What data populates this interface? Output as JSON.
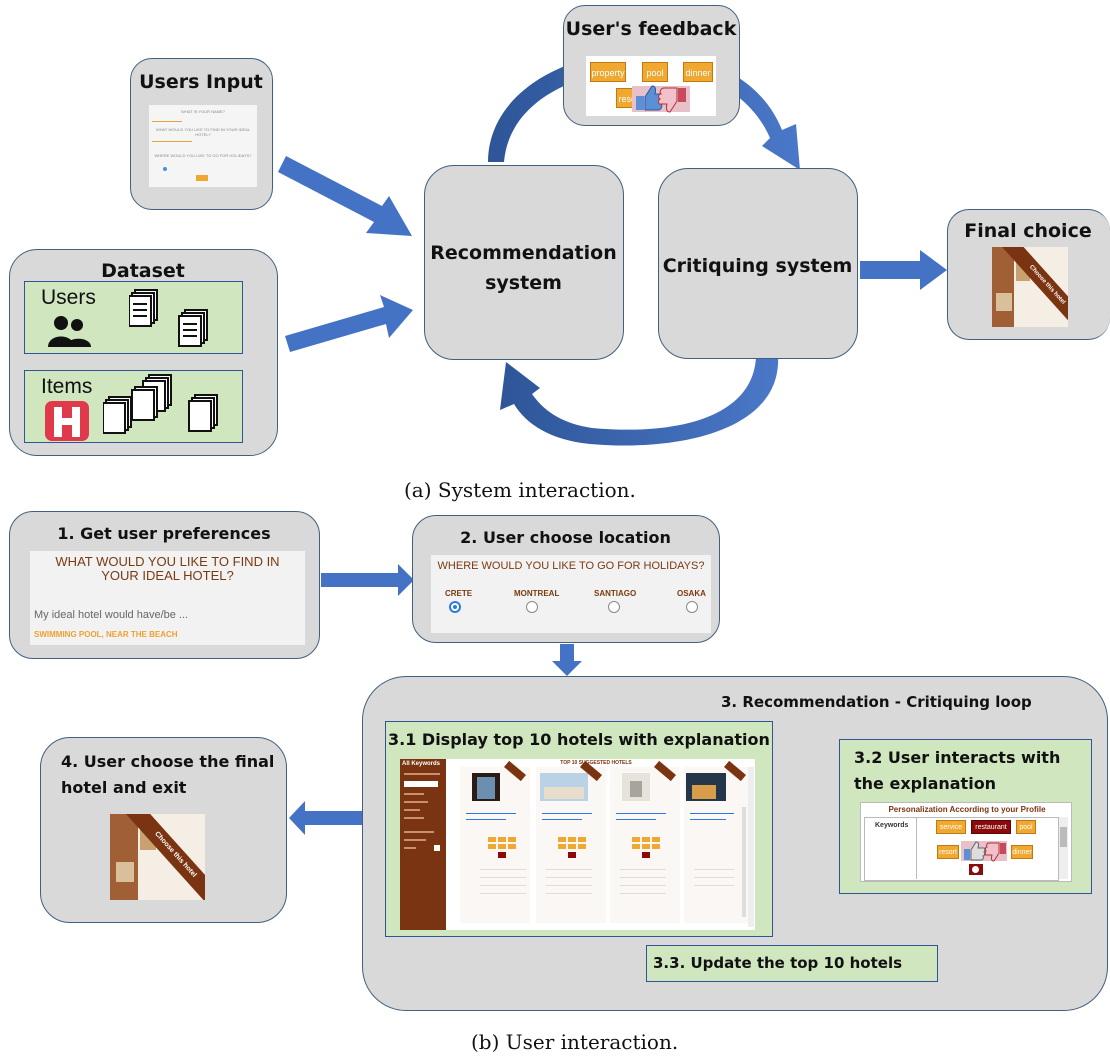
{
  "part_a": {
    "users_input": {
      "title": "Users Input",
      "q1": "WHAT IS YOUR NAME?",
      "q2": "WHAT WOULD YOU LIKE TO FIND IN YOUR IDEAL HOTEL?",
      "q3": "WHERE WOULD YOU LIKE TO GO FOR HOLIDAYS?"
    },
    "dataset": {
      "title": "Dataset",
      "users_label": "Users",
      "items_label": "Items"
    },
    "recommendation": {
      "line1": "Recommendation",
      "line2": "system"
    },
    "critiquing": {
      "label": "Critiquing system"
    },
    "feedback": {
      "title": "User's feedback",
      "chips": [
        "property",
        "pool",
        "dinner",
        "resc"
      ]
    },
    "final_choice": {
      "title": "Final choice",
      "ribbon": "Choose this hotel"
    },
    "caption": "(a) System interaction."
  },
  "part_b": {
    "step1": {
      "title": "1. Get user preferences",
      "question": "WHAT WOULD YOU LIKE TO FIND IN YOUR IDEAL HOTEL?",
      "prompt": "My ideal hotel would have/be ...",
      "answer": "SWIMMING POOL, NEAR THE BEACH"
    },
    "step2": {
      "title": "2. User choose location",
      "question": "WHERE WOULD YOU LIKE TO GO FOR HOLIDAYS?",
      "locations": [
        "CRETE",
        "MONTREAL",
        "SANTIAGO",
        "OSAKA"
      ]
    },
    "step3": {
      "title": "3. Recommendation - Critiquing loop",
      "sub1": "3.1 Display top 10 hotels with explanation",
      "sub2_line1": "3.2 User interacts with",
      "sub2_line2": "the explanation",
      "sub3": "3.3. Update the top 10 hotels",
      "screen_header": "TOP 10 SUGGESTED HOTELS",
      "sidebar_title": "All Keywords",
      "personalization": "Personalization According to your Profile",
      "keywords_label": "Keywords",
      "panel_chips": [
        "service",
        "restaurant",
        "pool",
        "resort",
        "dinner"
      ]
    },
    "step4": {
      "line1": "4. User choose the final",
      "line2": "hotel and exit",
      "ribbon": "Choose this hotel"
    },
    "caption": "(b) User interaction."
  },
  "colors": {
    "box_fill": "#d9d9d9",
    "green_fill": "#cfe6bf",
    "arrow_blue": "#4472c4",
    "arrow_green": "#548235",
    "chip_orange": "#f0a830",
    "accent_brown": "#7b3411",
    "dark_red": "#8b0a0a"
  }
}
